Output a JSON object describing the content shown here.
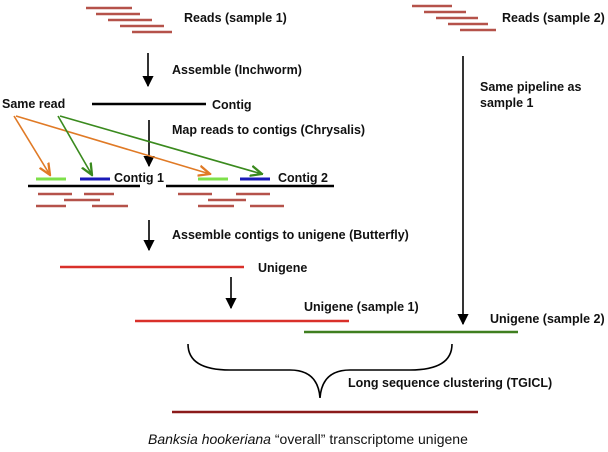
{
  "labels": {
    "reads_sample1": "Reads (sample 1)",
    "reads_sample2": "Reads (sample 2)",
    "assemble_inchworm": "Assemble (Inchworm)",
    "same_pipeline_line1": "Same pipeline as",
    "same_pipeline_line2": "sample 1",
    "same_read": "Same read",
    "contig": "Contig",
    "map_reads": "Map reads to contigs (Chrysalis)",
    "contig1": "Contig 1",
    "contig2": "Contig 2",
    "assemble_butterfly": "Assemble contigs to unigene (Butterfly)",
    "unigene": "Unigene",
    "unigene_sample1": "Unigene (sample 1)",
    "unigene_sample2": "Unigene (sample 2)",
    "tgicl": "Long sequence clustering (TGICL)"
  },
  "caption": {
    "species": "Banksia hookeriana",
    "rest": " “overall” transcriptome unigene"
  },
  "colors": {
    "read": "#b5524a",
    "contig": "#000000",
    "unigene": "#d9302a",
    "unigene_sample2": "#3f7f1f",
    "final_unigene": "#8b1a1a",
    "read_light_green": "#7ee04a",
    "read_blue": "#1a1ab8",
    "arrow_orange": "#e07a26",
    "arrow_green": "#3a8a1e"
  }
}
